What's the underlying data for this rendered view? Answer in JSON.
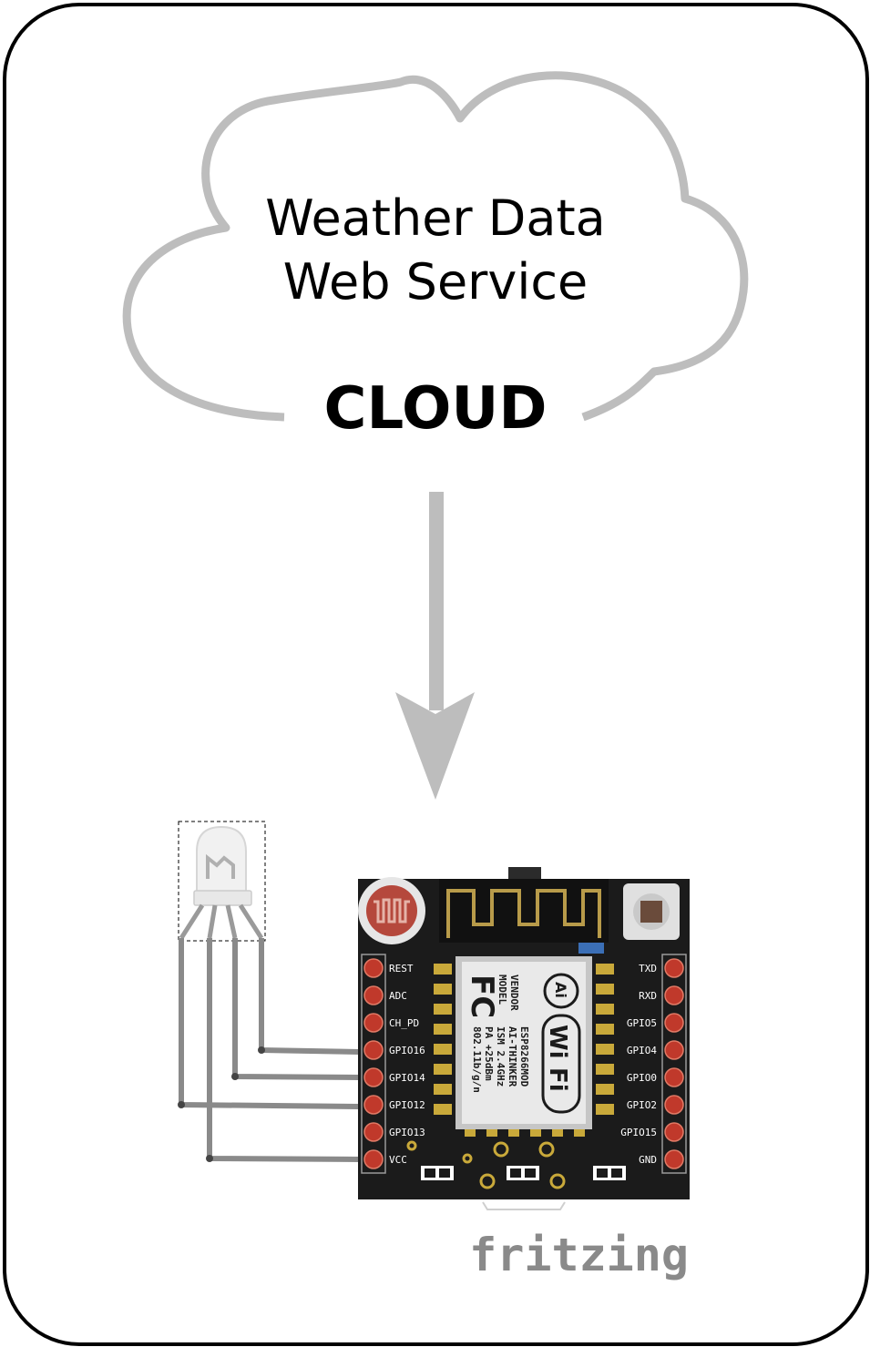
{
  "cloud": {
    "line1": "Weather Data",
    "line2": "Web Service",
    "label": "CLOUD"
  },
  "board": {
    "left_pins": [
      "REST",
      "ADC",
      "CH_PD",
      "GPIO16",
      "GPIO14",
      "GPIO12",
      "GPIO13",
      "VCC"
    ],
    "right_pins": [
      "TXD",
      "RXD",
      "GPIO5",
      "GPIO4",
      "GPIO0",
      "GPIO2",
      "GPIO15",
      "GND"
    ],
    "module_fc": "FC",
    "module_model": "MODEL",
    "module_vendor": "VENDOR",
    "module_model_value": "ESP8266MOD",
    "module_vendor_value": "AI-THINKER",
    "module_ism": "ISM  2.4GHz",
    "module_pa": "PA  +25dBm",
    "module_wifi_std": "802.11b/g/n",
    "logo_ai": "Ai",
    "logo_wi": "Wi",
    "logo_fi": "Fi"
  },
  "watermark": "fritzing",
  "colors": {
    "cloud_outline": "#bdbdbd",
    "arrow": "#bdbdbd",
    "board": "#1b1b1b",
    "pad": "#c0392b",
    "wire": "#8a8a8a"
  }
}
